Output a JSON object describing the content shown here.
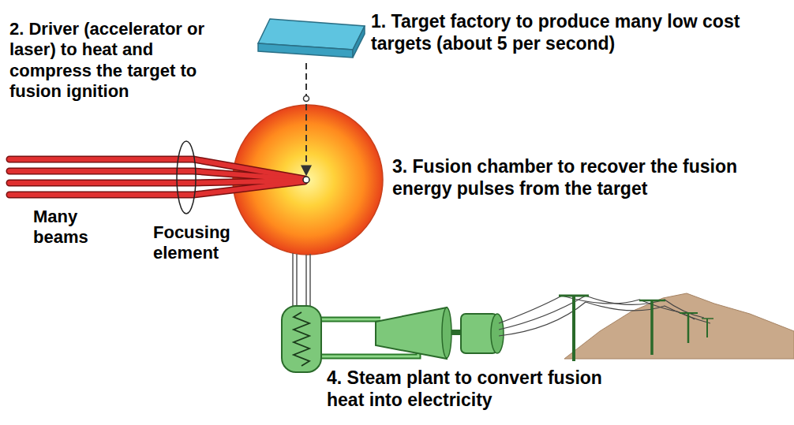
{
  "diagram": {
    "labels": [
      "1. Target factory to produce many low cost targets (about 5 per second)",
      "2. Driver (accelerator or laser) to heat and compress the target to fusion ignition",
      "3. Fusion chamber to recover the fusion energy pulses from the target",
      "Many beams",
      "Focusing element",
      "4. Steam plant to convert fusion heat into electricity"
    ]
  }
}
